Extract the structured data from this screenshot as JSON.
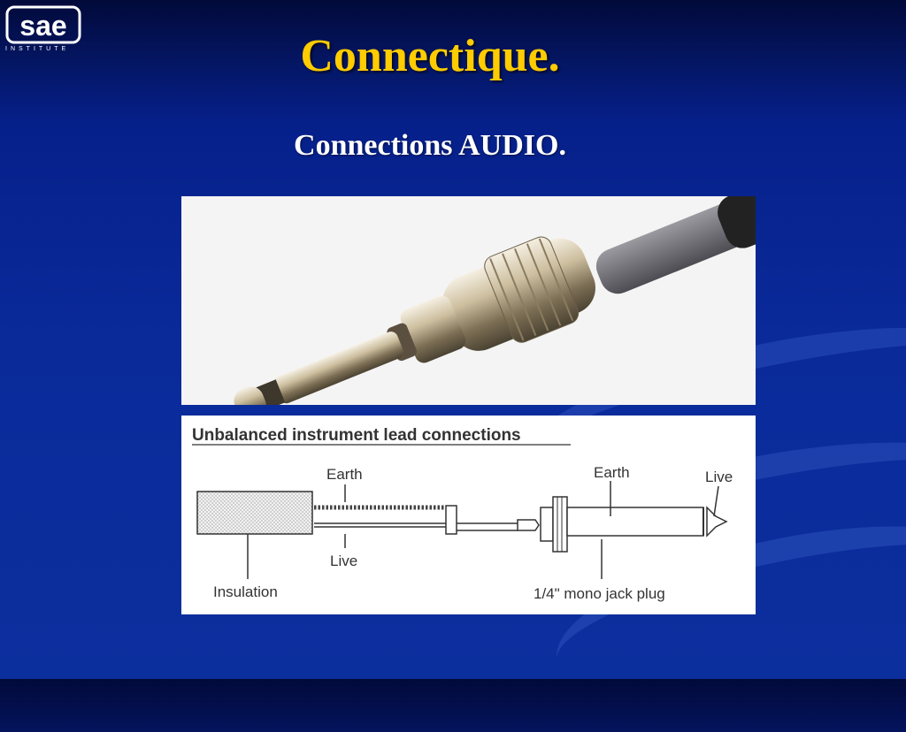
{
  "logo": {
    "text": "sae",
    "sub": "INSTITUTE"
  },
  "slide": {
    "title": "Connectique.",
    "subtitle": "Connections AUDIO."
  },
  "diagram": {
    "heading": "Unbalanced instrument lead connections",
    "labels": {
      "earth_cable": "Earth",
      "live_cable": "Live",
      "earth_plug": "Earth",
      "live_plug": "Live",
      "insulation": "Insulation",
      "plug": "1/4\" mono jack plug"
    }
  },
  "colors": {
    "title": "#ffcc00",
    "background": "#0a2a9a",
    "text": "#ffffff"
  }
}
